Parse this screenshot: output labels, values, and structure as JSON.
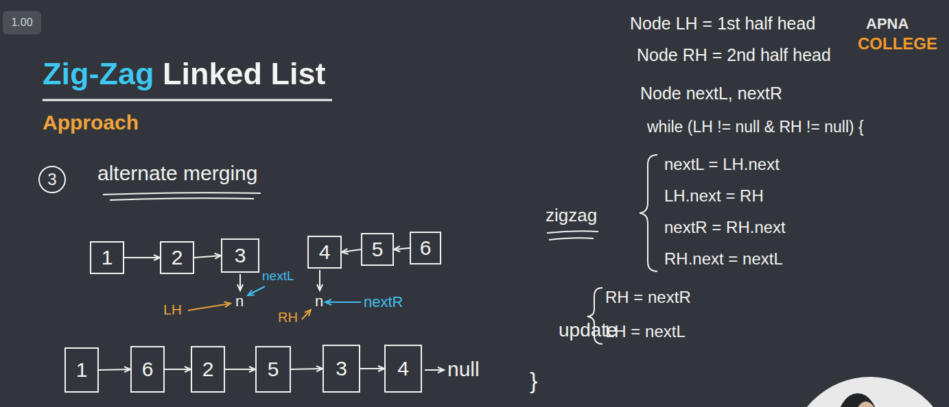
{
  "diagram": {
    "title": "Zig-Zag Linked List",
    "nodes": [
      {
        "text": [
          "1"
        ]
      },
      {
        "text": [
          "2"
        ]
      },
      {
        "text": [
          "3"
        ]
      },
      {
        "text": [
          "4"
        ]
      },
      {
        "text": [
          "5"
        ]
      },
      {
        "text": [
          "6"
        ]
      },
      {
        "text": [
          "1"
        ]
      },
      {
        "text": [
          "6"
        ]
      },
      {
        "text": [
          "2"
        ]
      },
      {
        "text": [
          "5"
        ]
      },
      {
        "text": [
          "3"
        ]
      },
      {
        "text": [
          "4"
        ]
      }
    ],
    "edges": [
      {
        "from": 0,
        "to": 1,
        "arrow": "to"
      },
      {
        "from": 1,
        "to": 2,
        "arrow": "to"
      },
      {
        "from": 4,
        "to": 3,
        "arrow": "to"
      },
      {
        "from": 5,
        "to": 4,
        "arrow": "to"
      },
      {
        "from": 6,
        "to": 7,
        "arrow": "to"
      },
      {
        "from": 7,
        "to": 8,
        "arrow": "to"
      },
      {
        "from": 8,
        "to": 9,
        "arrow": "to"
      },
      {
        "from": 9,
        "to": 10,
        "arrow": "to"
      },
      {
        "from": 10,
        "to": 11,
        "arrow": "to"
      }
    ],
    "labels": [
      "1.00",
      "Approach",
      "3",
      "alternate merging",
      "n",
      "nextL",
      "LH",
      "n",
      "RH",
      "nextR",
      "null",
      "Node LH = 1st half head",
      "Node RH = 2nd half head",
      "Node nextL, nextR",
      "while (LH != null & RH != null) {",
      "zigzag",
      "nextL = LH.next",
      "LH.next = RH",
      "nextR = RH.next",
      "RH.next = nextL",
      "update",
      "RH = nextR",
      "LH = nextL",
      "}",
      "APNA",
      "COLLEGE"
    ]
  }
}
